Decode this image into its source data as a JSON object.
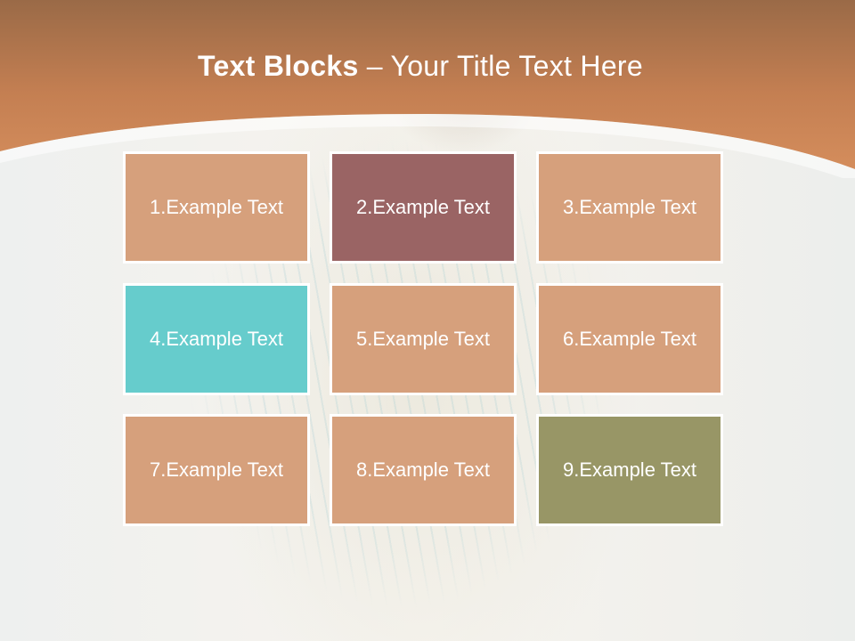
{
  "title": {
    "bold_text": "Text Blocks",
    "separator": " – ",
    "regular_text": "Your Title Text Here"
  },
  "colors": {
    "header_top": "#9a6a47",
    "header_bottom": "#d08a5a",
    "block_default": "#d6a07c",
    "block_highlight_red": "#9a6464",
    "block_highlight_teal": "#66cccc",
    "block_highlight_olive": "#989666"
  },
  "blocks": [
    {
      "label": "1.Example Text",
      "color": "#d6a07c"
    },
    {
      "label": "2.Example Text",
      "color": "#9a6464"
    },
    {
      "label": "3.Example Text",
      "color": "#d6a07c"
    },
    {
      "label": "4.Example Text",
      "color": "#66cccc"
    },
    {
      "label": "5.Example Text",
      "color": "#d6a07c"
    },
    {
      "label": "6.Example Text",
      "color": "#d6a07c"
    },
    {
      "label": "7.Example Text",
      "color": "#d6a07c"
    },
    {
      "label": "8.Example Text",
      "color": "#d6a07c"
    },
    {
      "label": "9.Example Text",
      "color": "#989666"
    }
  ]
}
